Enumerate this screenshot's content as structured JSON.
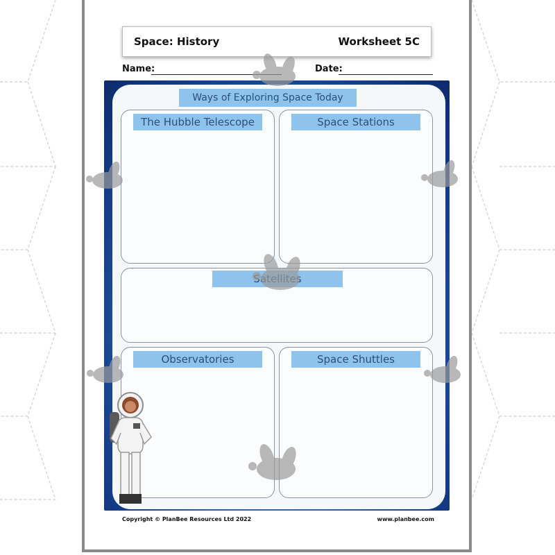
{
  "header": {
    "subject": "Space: History",
    "worksheet": "Worksheet 5C"
  },
  "fields": {
    "name_label": "Name:",
    "date_label": "Date:"
  },
  "title": "Ways of Exploring Space Today",
  "sections": {
    "hubble": "The Hubble Telescope",
    "stations": "Space Stations",
    "satellites": "Satellites",
    "observatories": "Observatories",
    "shuttles": "Space Shuttles"
  },
  "footer": {
    "copyright": "Copyright © PlanBee Resources Ltd 2022",
    "website": "www.planbee.com"
  },
  "colors": {
    "tag_fill": "#8ec3ee",
    "tag_text": "#2d4f78",
    "poster_blue": "#2f6fc0",
    "panel": "#f4f8fb",
    "sheet_border": "#8a8a8a"
  },
  "icons": [
    "bee-watermark-icon",
    "astronaut-illustration"
  ]
}
